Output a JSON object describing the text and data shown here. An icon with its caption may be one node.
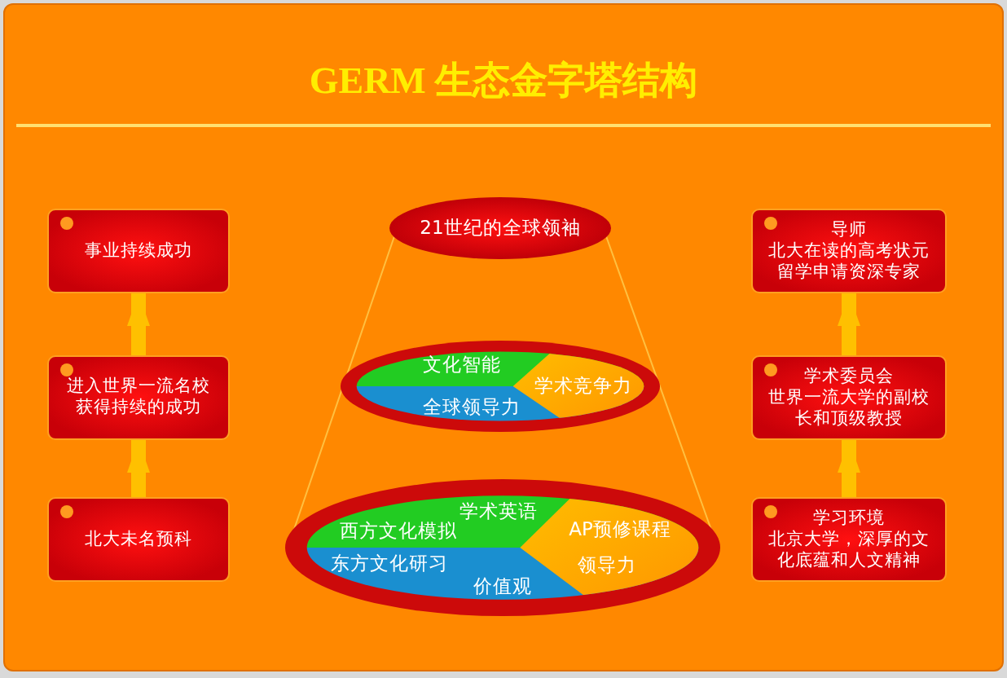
{
  "diagram": {
    "title": "GERM 生态金字塔结构",
    "nodes": [
      {
        "text": [
          "事业持续成功"
        ]
      },
      {
        "text": [
          "进入世界一流名校获得持续的成功"
        ]
      },
      {
        "text": [
          "北大未名预科"
        ]
      },
      {
        "text": [
          "导师",
          "北大在读的高考状元",
          "留学申请资深专家"
        ]
      },
      {
        "text": [
          "学术委员会",
          "世界一流大学的副校长和顶级教授"
        ]
      },
      {
        "text": [
          "学习环境",
          "北京大学，深厚的文化底蕴和人文精神"
        ]
      },
      {
        "text": [
          "21世纪的全球领袖"
        ]
      },
      {
        "text": [
          "文化智能",
          "学术竞争力",
          "全球领导力"
        ]
      },
      {
        "text": [
          "学术英语",
          "西方文化模拟",
          "AP预修课程",
          "东方文化研习",
          "领导力",
          "价值观"
        ]
      }
    ],
    "edges": [
      {
        "from": 2,
        "to": 1,
        "arrow": "to"
      },
      {
        "from": 1,
        "to": 0,
        "arrow": "to"
      },
      {
        "from": 5,
        "to": 4,
        "arrow": "to"
      },
      {
        "from": 4,
        "to": 3,
        "arrow": "to"
      }
    ]
  }
}
